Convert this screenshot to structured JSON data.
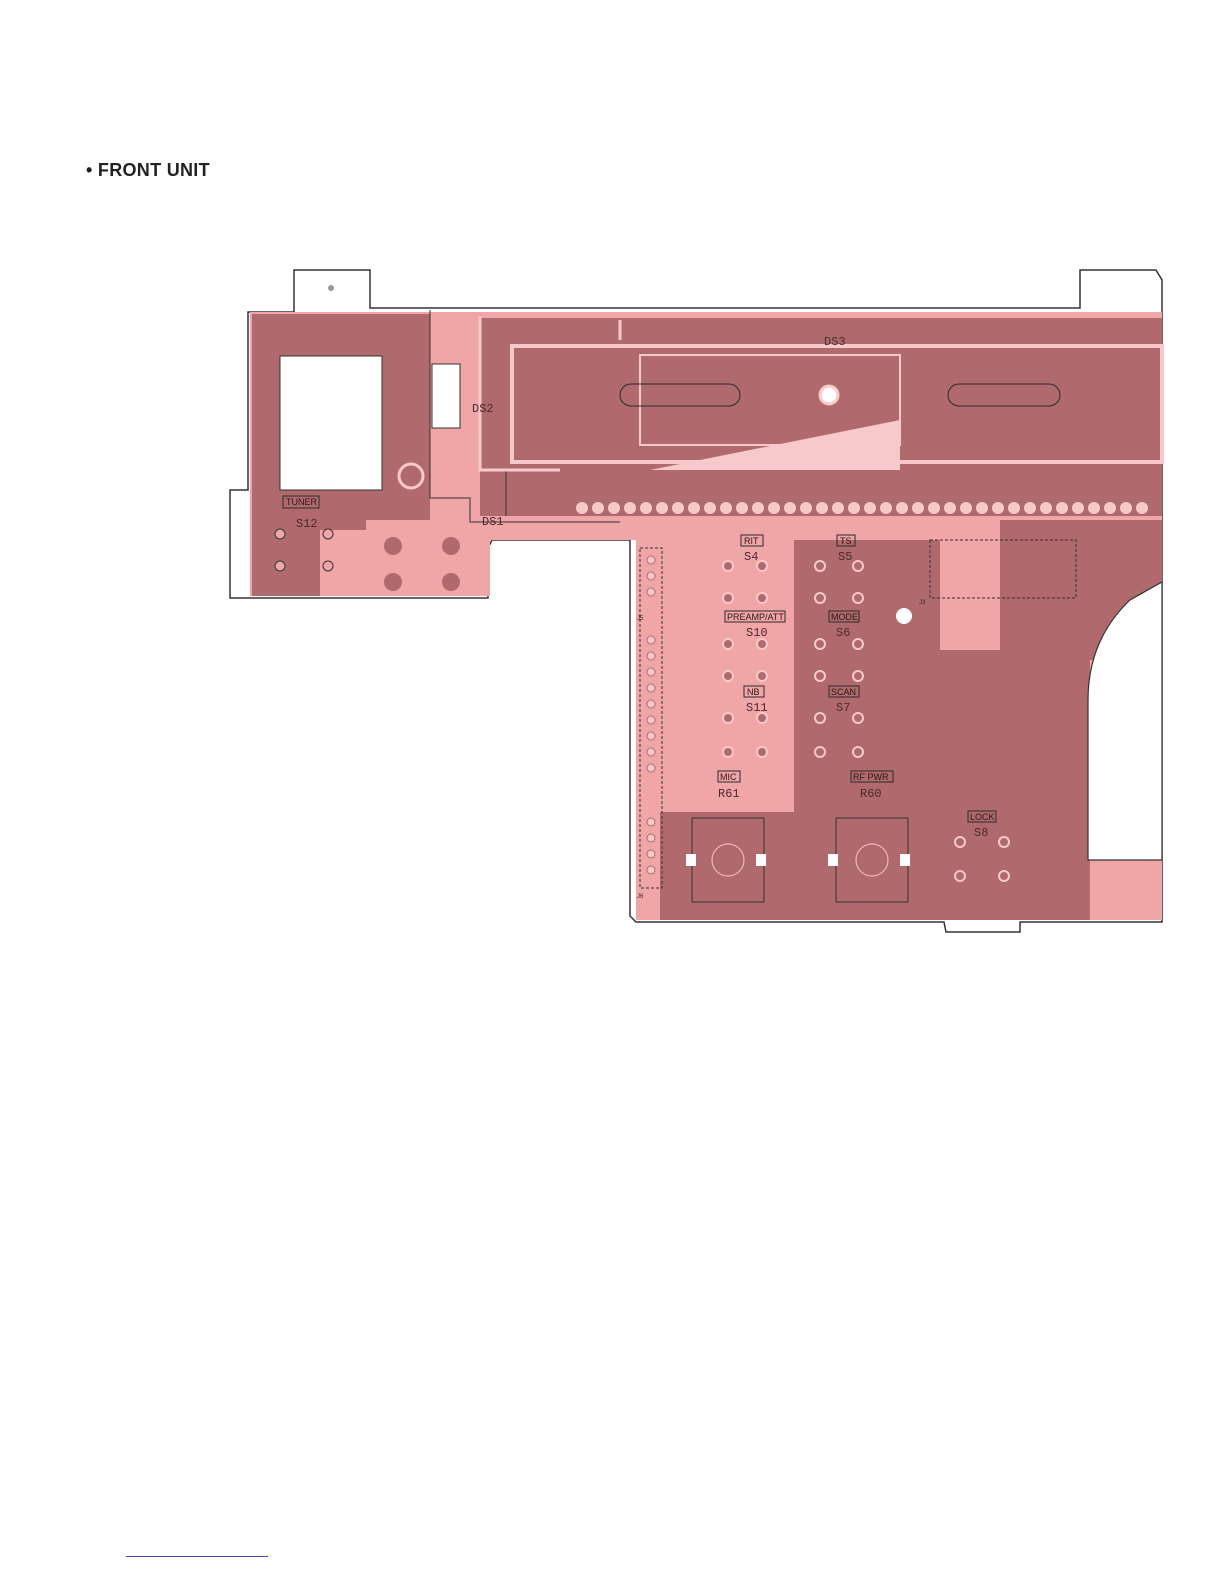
{
  "page": {
    "heading": "• FRONT UNIT"
  },
  "board": {
    "colors": {
      "substrate": "#f0a5a7",
      "copper": "#b06a6d",
      "trace_light": "#f7c9cb",
      "silkscreen": "#2a2a2a",
      "pad_hole": "#ffffff"
    },
    "switch_labels": {
      "tuner": "TUNER",
      "rit": "RIT",
      "ts": "TS",
      "preamp_att": "PREAMP/ATT",
      "mode": "MODE",
      "nb": "NB",
      "scan": "SCAN",
      "mic": "MIC",
      "rf_pwr": "RF PWR",
      "lock": "LOCK"
    },
    "references": {
      "ds1": "DS1",
      "ds2": "DS2",
      "ds3": "DS3",
      "s12": "S12",
      "s4": "S4",
      "s5": "S5",
      "s10": "S10",
      "s6": "S6",
      "s11": "S11",
      "s7": "S7",
      "r61": "R61",
      "r60": "R60",
      "s8": "S8",
      "j5": "J5",
      "j6": "J6",
      "j3": "J3"
    }
  }
}
